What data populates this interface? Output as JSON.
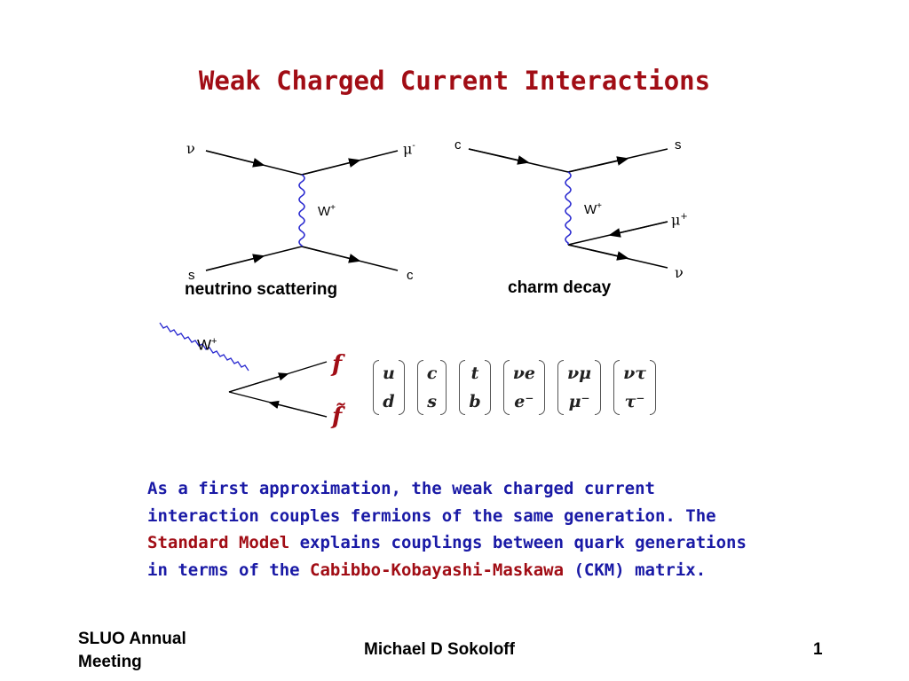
{
  "slide": {
    "title": "Weak Charged Current Interactions"
  },
  "diagram_scattering": {
    "top_left": "ν",
    "top_right": "μ",
    "top_right_sup": "-",
    "boson": "W",
    "boson_sup": "+",
    "bottom_left": "s",
    "bottom_right": "c",
    "caption": "neutrino scattering"
  },
  "diagram_decay": {
    "top_left": "c",
    "top_right": "s",
    "boson": "W",
    "boson_sup": "+",
    "mid_right": "μ",
    "mid_right_sup": "+",
    "bottom_right": "ν",
    "caption": "charm decay"
  },
  "vertex": {
    "boson": "W",
    "boson_sup": "+",
    "f": "f",
    "fbar": "f̃"
  },
  "doublets": [
    {
      "top": "u",
      "bottom": "d"
    },
    {
      "top": "c",
      "bottom": "s"
    },
    {
      "top": "t",
      "bottom": "b"
    },
    {
      "top": "νe",
      "bottom": "e⁻"
    },
    {
      "top": "νμ",
      "bottom": "μ⁻"
    },
    {
      "top": "ντ",
      "bottom": "τ⁻"
    }
  ],
  "paragraph": {
    "p1": "As a first approximation, the weak charged current interaction couples fermions of the same generation. The ",
    "h1": "Standard Model",
    "p2": " explains couplings between quark generations in terms of the ",
    "h2": "Cabibbo-Kobayashi-Maskawa",
    "p3": " (CKM) matrix."
  },
  "footer": {
    "left": "SLUO Annual Meeting",
    "center": "Michael D Sokoloff",
    "page": "1"
  },
  "colors": {
    "title": "#a10d15",
    "paragraph": "#1a1aa6",
    "boson": "#2a2ad0"
  }
}
